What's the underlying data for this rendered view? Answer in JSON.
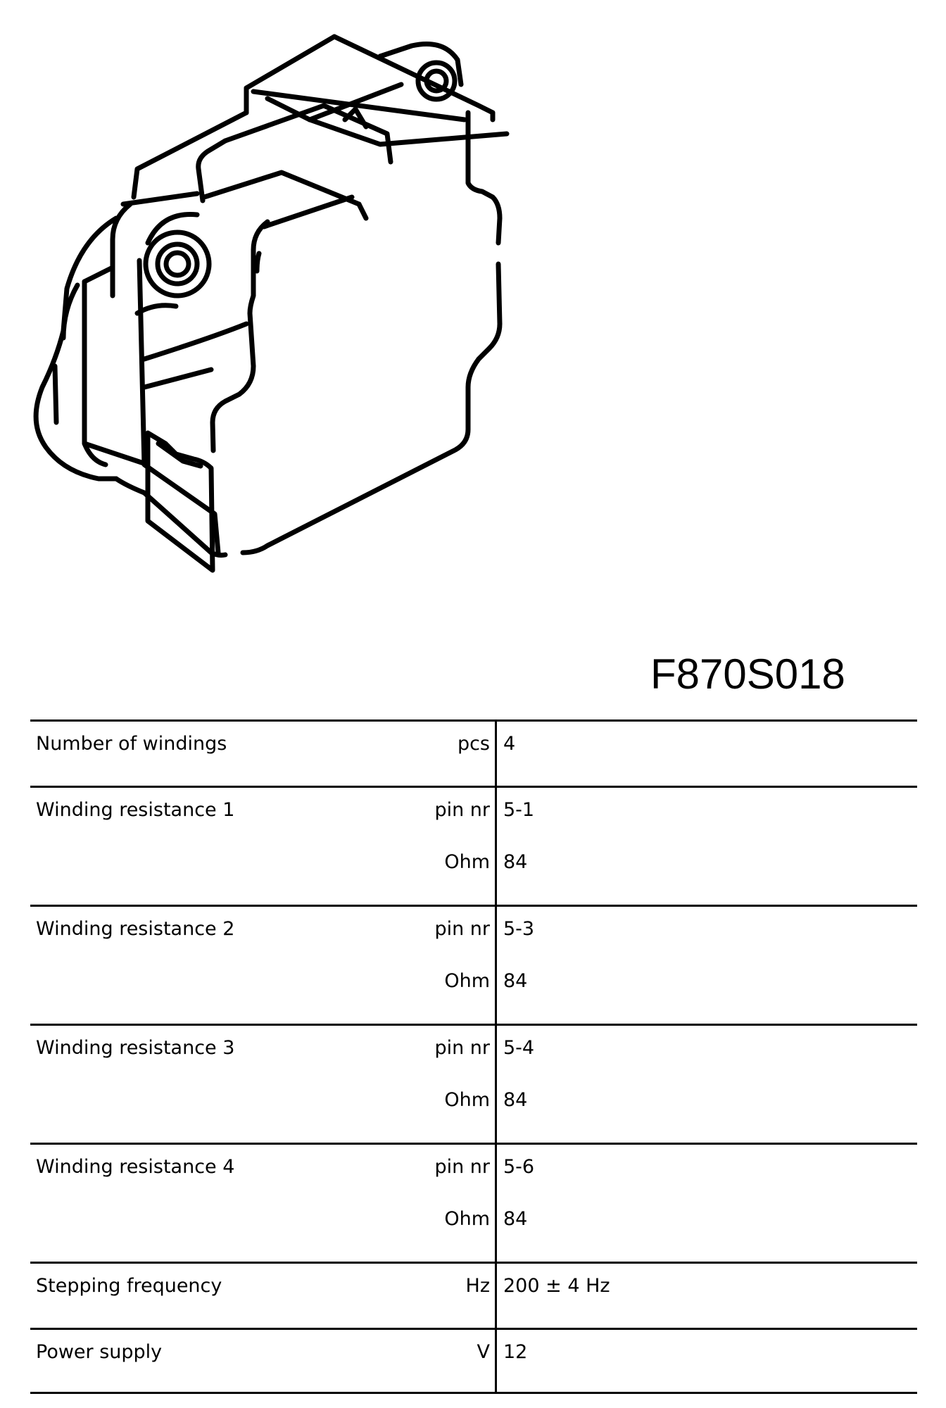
{
  "figure_code": "F870S018",
  "spec_rows": [
    {
      "parameter": "Number of windings",
      "unit": "pcs",
      "value": "4"
    },
    {
      "parameter": "Winding resistance 1",
      "unit": "pin nr",
      "value": "5-1",
      "unit2": "Ohm",
      "value2": "84"
    },
    {
      "parameter": "Winding resistance 2",
      "unit": "pin nr",
      "value": "5-3",
      "unit2": "Ohm",
      "value2": "84"
    },
    {
      "parameter": "Winding resistance 3",
      "unit": "pin nr",
      "value": "5-4",
      "unit2": "Ohm",
      "value2": "84"
    },
    {
      "parameter": "Winding resistance 4",
      "unit": "pin nr",
      "value": "5-6",
      "unit2": "Ohm",
      "value2": "84"
    },
    {
      "parameter": "Stepping frequency",
      "unit": "Hz",
      "value": "200 ± 4 Hz"
    },
    {
      "parameter": "Power supply",
      "unit": "V",
      "value": "12"
    }
  ]
}
